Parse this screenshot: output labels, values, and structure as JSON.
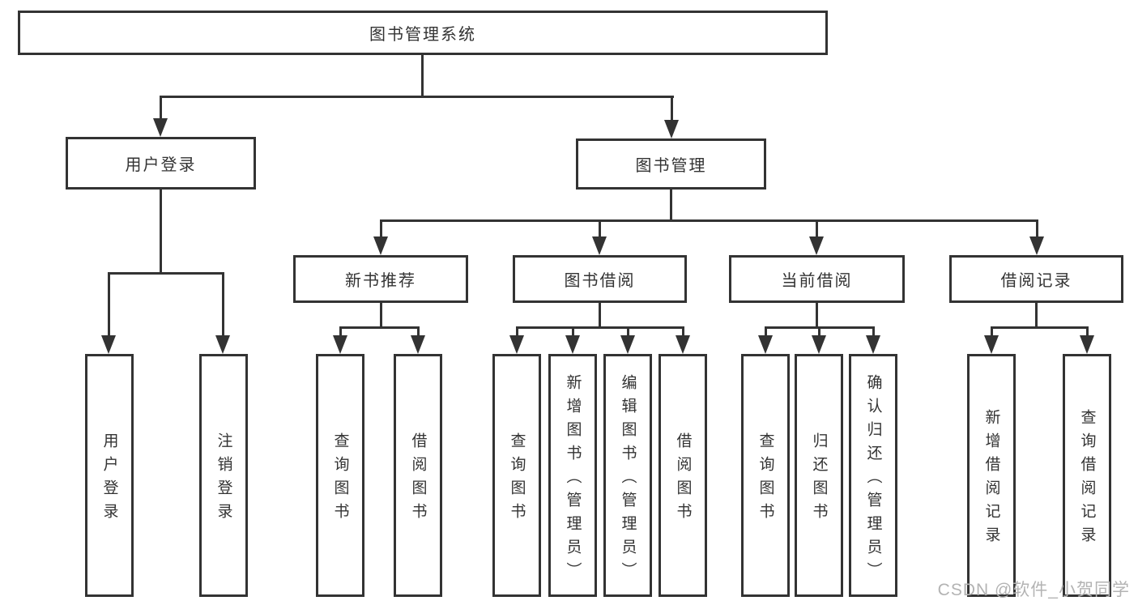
{
  "diagram": {
    "root": "图书管理系统",
    "user_login": {
      "label": "用户登录",
      "children": [
        "用户登录",
        "注销登录"
      ]
    },
    "book_management": {
      "label": "图书管理",
      "sections": [
        {
          "label": "新书推荐",
          "children": [
            "查询图书",
            "借阅图书"
          ]
        },
        {
          "label": "图书借阅",
          "children": [
            "查询图书",
            "新增图书（管理员）",
            "编辑图书（管理员）",
            "借阅图书"
          ]
        },
        {
          "label": "当前借阅",
          "children": [
            "查询图书",
            "归还图书",
            "确认归还（管理员）"
          ]
        },
        {
          "label": "借阅记录",
          "children": [
            "新增借阅记录",
            "查询借阅记录"
          ]
        }
      ]
    }
  },
  "watermark": "CSDN @软件_小贺同学",
  "colors": {
    "line": "#333333",
    "text": "#333333",
    "watermark": "#b3b3b3",
    "background": "#ffffff"
  }
}
